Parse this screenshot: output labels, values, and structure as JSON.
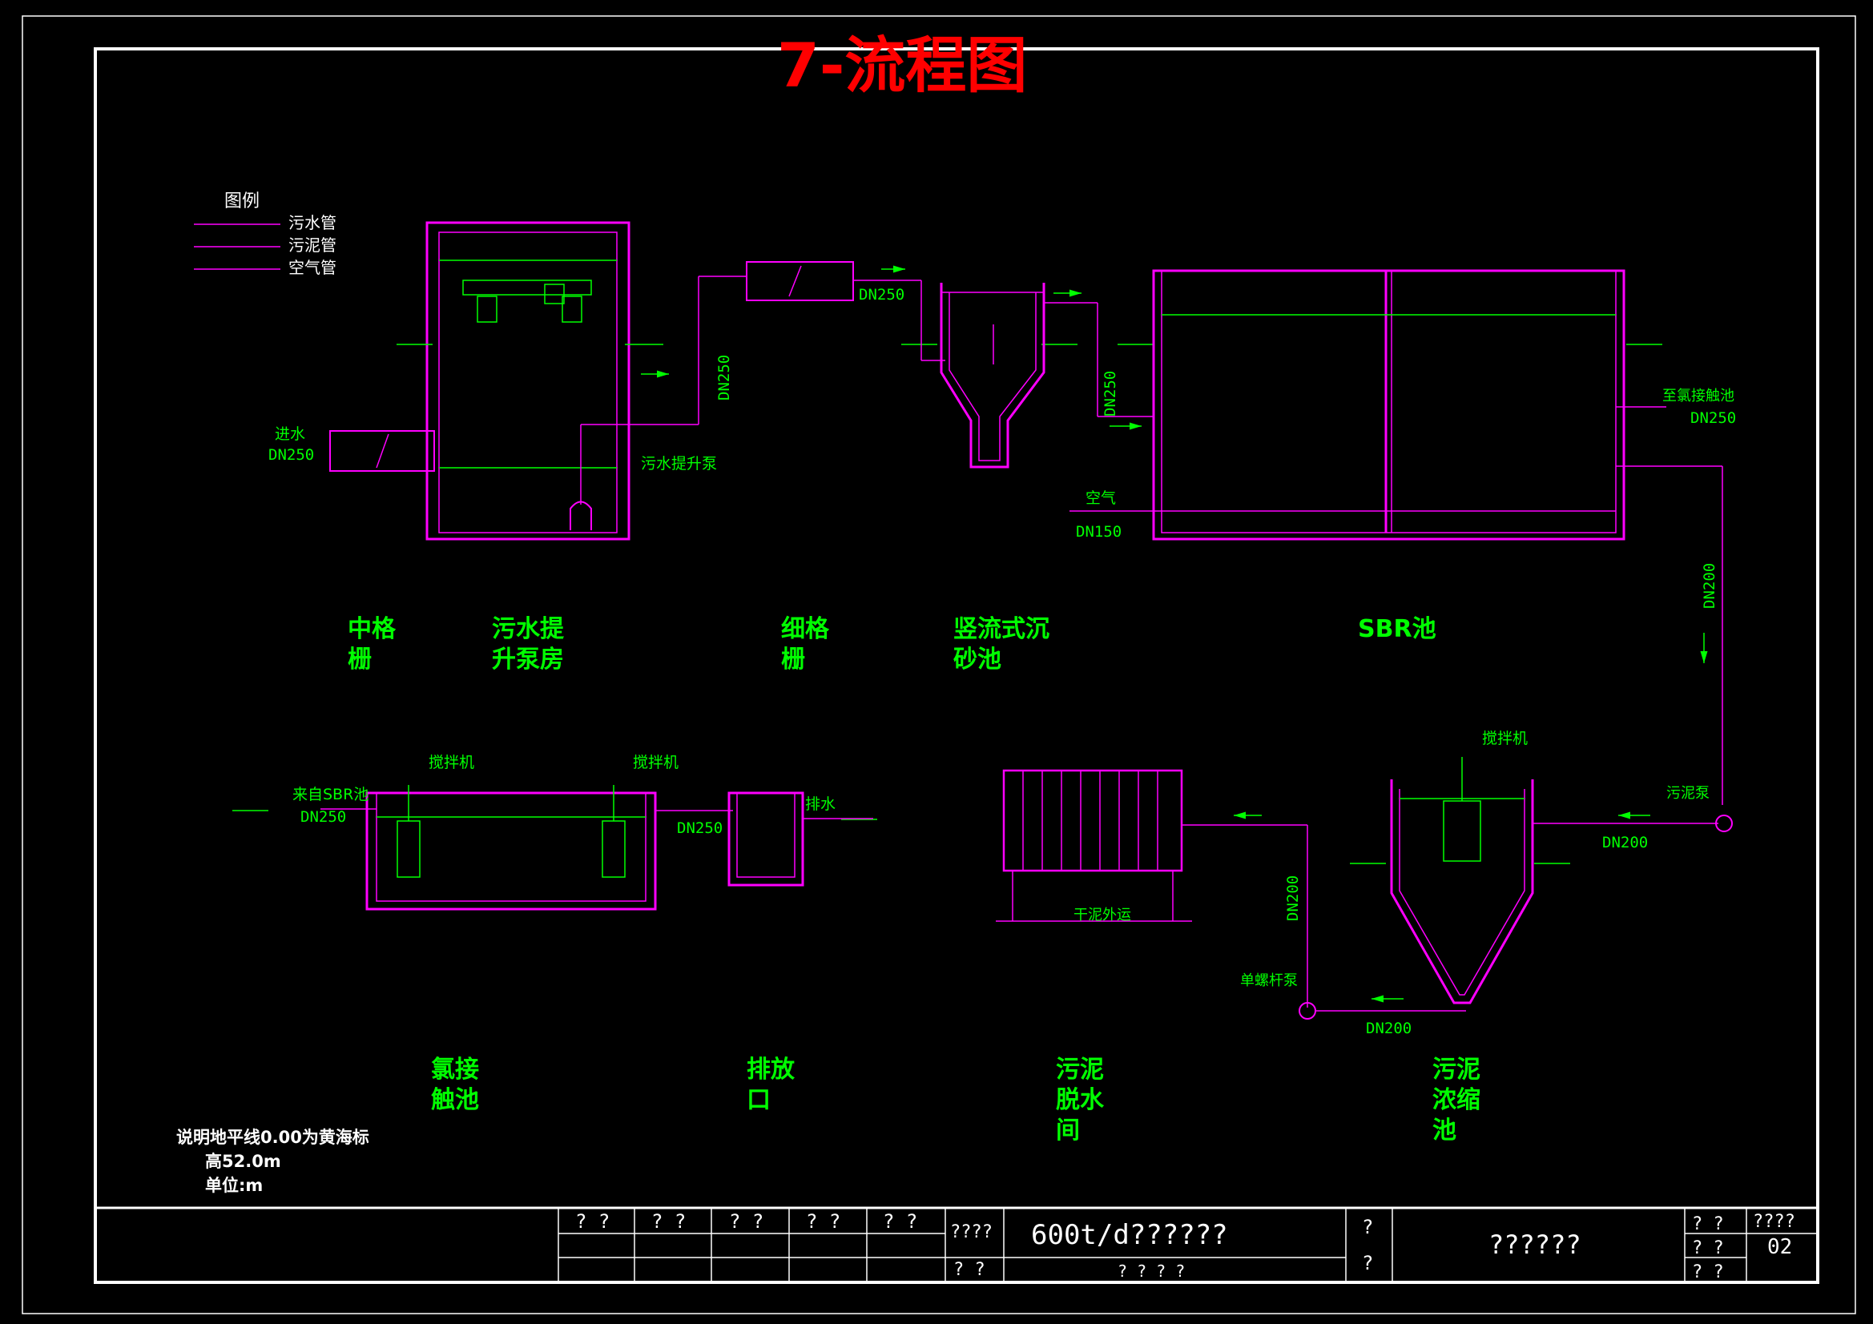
{
  "title": "7-流程图",
  "legend": {
    "heading": "图例",
    "items": [
      "污水管",
      "污泥管",
      "空气管"
    ]
  },
  "labels": {
    "inlet": "进水",
    "inlet_dn": "DN250",
    "pump_note": "污水提升泵",
    "dn250_vertical": "DN250",
    "dn250_fine": "DN250",
    "dn250_grit": "DN250",
    "air": "空气",
    "air_dn": "DN150",
    "to_chlor": "至氯接触池",
    "to_chlor_dn": "DN250",
    "dn200_right": "DN200",
    "sludge_pump": "污泥泵",
    "dn200_bottom": "DN200",
    "mixer_thick": "搅拌机",
    "dn200_thick": "DN200",
    "screw_pump": "单螺杆泵",
    "dn200_vert": "DN200",
    "dry_sludge": "干泥外运",
    "from_sbr": "来自SBR池",
    "from_sbr_dn": "DN250",
    "mixer_1": "搅拌机",
    "mixer_2": "搅拌机",
    "dn250_out": "DN250",
    "discharge": "排水"
  },
  "units": {
    "medium_screen": [
      "中格",
      "栅"
    ],
    "pump_house": [
      "污水提",
      "升泵房"
    ],
    "fine_screen": [
      "细格",
      "栅"
    ],
    "grit": [
      "竖流式沉",
      "砂池"
    ],
    "sbr": "SBR池",
    "chlorine": [
      "氯接",
      "触池"
    ],
    "outfall": [
      "排放",
      "口"
    ],
    "dewater": [
      "污泥",
      "脱水",
      "间"
    ],
    "thickener": [
      "污泥",
      "浓缩",
      "池"
    ]
  },
  "notes": [
    "说明地平线0.00为黄海标",
    "高52.0m",
    "单位:m"
  ],
  "title_block": {
    "sign_cells": [
      "? ?",
      "? ?",
      "? ?",
      "? ?",
      "? ?"
    ],
    "left_small": "????",
    "left_small2": "? ?",
    "project": "600t/d??????",
    "project_sub": "? ? ? ?",
    "q1": "?",
    "q2": "?",
    "drawing_name": "??????",
    "r1": "? ?",
    "r2": "? ?",
    "r3": "? ?",
    "no_label": "????",
    "no_value": "02"
  },
  "colors": {
    "background": "#000000",
    "structure": "#ff00ff",
    "text": "#00ff00",
    "title": "#ff0000",
    "frame": "#ffffff"
  }
}
